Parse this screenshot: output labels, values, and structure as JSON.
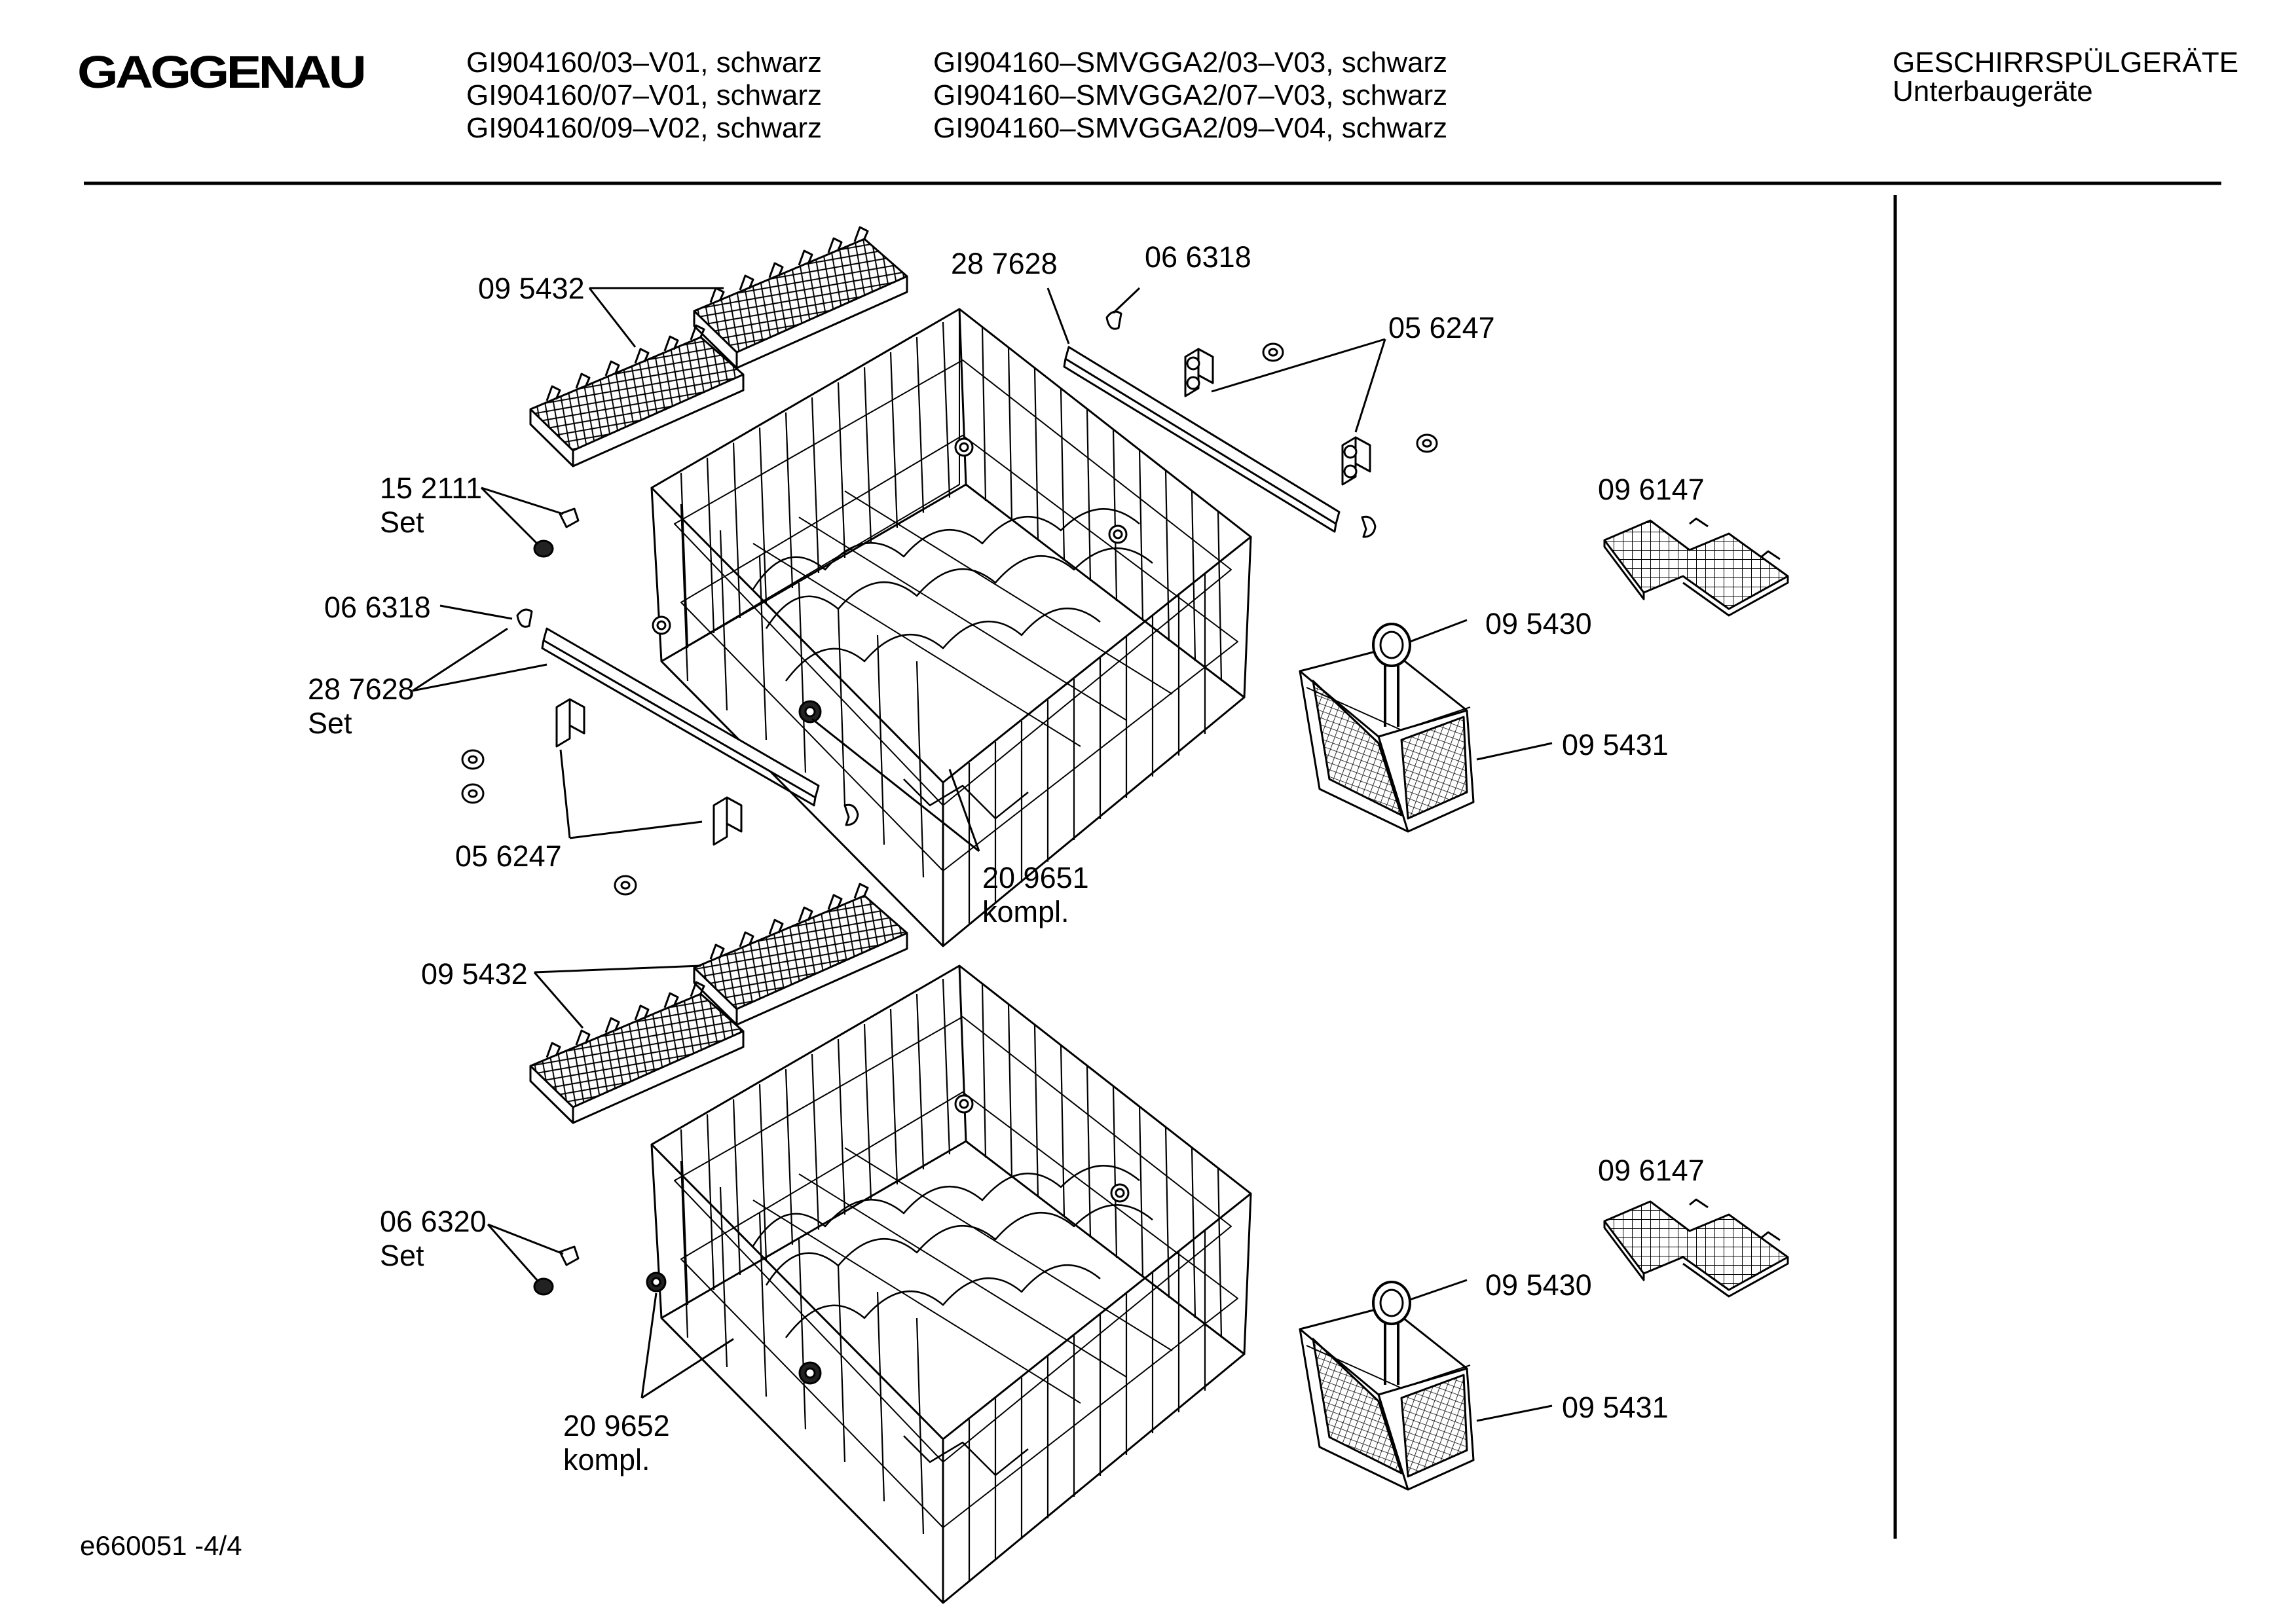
{
  "brand": "GAGGENAU",
  "header": {
    "models_col1": [
      "GI904160/03–V01, schwarz",
      "GI904160/07–V01, schwarz",
      "GI904160/09–V02, schwarz"
    ],
    "models_col2": [
      "GI904160–SMVGGA2/03–V03, schwarz",
      "GI904160–SMVGGA2/07–V03, schwarz",
      "GI904160–SMVGGA2/09–V04, schwarz"
    ],
    "category": "GESCHIRRSPÜLGERÄTE",
    "subcategory": "Unterbaugeräte"
  },
  "labels": {
    "l01": "09 5432",
    "l02": "28 7628",
    "l03": "06 6318",
    "l04": "05 6247",
    "l05": "15 2111",
    "l06": "Set",
    "l07": "09 6147",
    "l08": "06 6318",
    "l09": "28 7628",
    "l10": "Set",
    "l11": "09 5430",
    "l12": "09 5431",
    "l13": "05 6247",
    "l14": "20 9651",
    "l15": "kompl.",
    "l16": "09 5432",
    "l17": "09 6147",
    "l18": "06 6320",
    "l19": "Set",
    "l20": "09 5430",
    "l21": "09 5431",
    "l22": "20 9652",
    "l23": "kompl."
  },
  "footer": {
    "drawing_id": "e660051 -4/4"
  }
}
